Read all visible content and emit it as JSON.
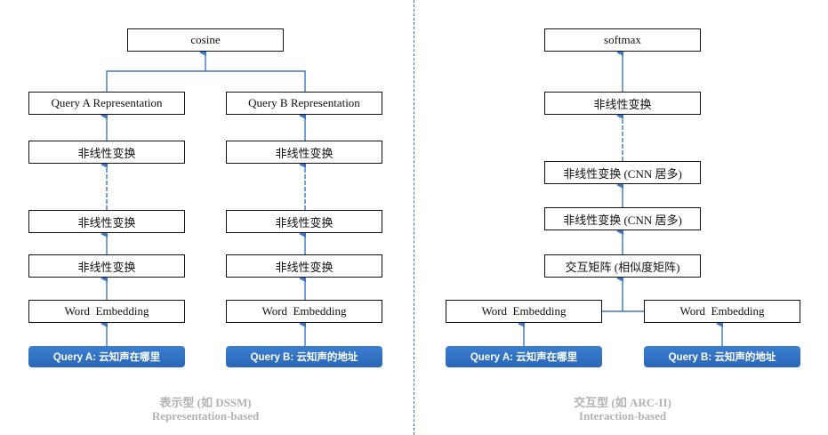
{
  "colors": {
    "arrow": "#3a78c4",
    "button": "#2f6fc2",
    "caption": "#b3b3b3",
    "divider": "#3a78c4"
  },
  "left": {
    "top": "cosine",
    "rep_a": "Query A Representation",
    "rep_b": "Query B Representation",
    "nl": "非线性变换",
    "embedding": "Word  Embedding",
    "query_a": "Query A: 云知声在哪里",
    "query_b": "Query B: 云知声的地址",
    "caption_cn": "表示型 (如 DSSM)",
    "caption_en": "Representation-based"
  },
  "right": {
    "top": "softmax",
    "nl": "非线性变换",
    "cnn": "非线性变换 (CNN 居多)",
    "matrix": "交互矩阵 (相似度矩阵)",
    "embedding": "Word  Embedding",
    "query_a": "Query A: 云知声在哪里",
    "query_b": "Query B: 云知声的地址",
    "caption_cn": "交互型 (如 ARC-II)",
    "caption_en": "Interaction-based"
  }
}
